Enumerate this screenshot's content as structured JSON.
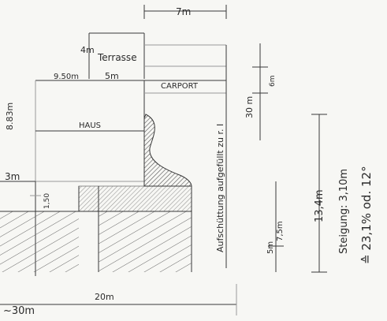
{
  "labels": {
    "top_width": "7m",
    "terrace_depth": "4m",
    "terrace": "Terrasse",
    "width_left": "9.50m",
    "width_mid": "5m",
    "carport": "CARPORT",
    "house": "HAUS",
    "house_depth": "8.83m",
    "right_height": "6m",
    "right_30": "30 m",
    "slope_note": "Aufschüttung aufgefüllt zu r. I",
    "left_3m": "3m",
    "left_low": "1,50",
    "right_5m": "5m",
    "right_75m": "7,5m",
    "total_height": "13,4m",
    "rise": "Steigung: 3,10m",
    "gradient": "≙ 23,1% od. 12°",
    "bottom_20m": "20m",
    "bottom_30m": "~30m"
  }
}
